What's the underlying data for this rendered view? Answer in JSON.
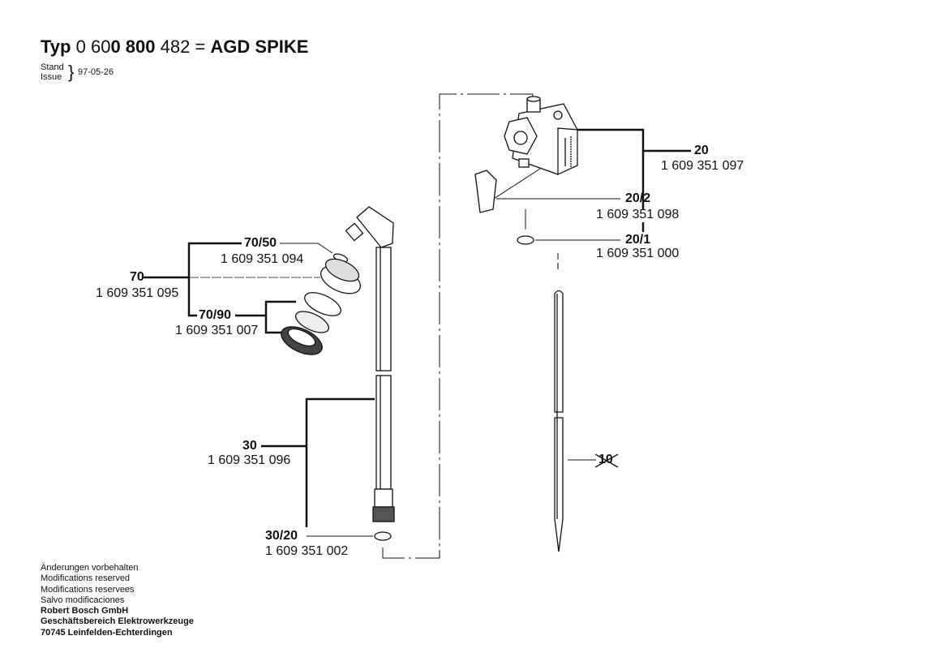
{
  "header": {
    "typ_label": "Typ",
    "number_part1": "0 60",
    "number_part2": "0 800",
    "number_part3": "482 =",
    "product_name": "AGD SPIKE",
    "stand_label": "Stand",
    "issue_label": "Issue",
    "brace": "}",
    "date": "97-05-26"
  },
  "parts": [
    {
      "pos": "20",
      "part_number": "1 609 351 097"
    },
    {
      "pos": "20/2",
      "part_number": "1 609 351 098"
    },
    {
      "pos": "20/1",
      "part_number": "1 609 351 000"
    },
    {
      "pos": "70/50",
      "part_number": "1 609 351 094"
    },
    {
      "pos": "70",
      "part_number": "1 609 351 095"
    },
    {
      "pos": "70/90",
      "part_number": "1 609 351 007"
    },
    {
      "pos": "30",
      "part_number": "1 609 351 096"
    },
    {
      "pos": "30/20",
      "part_number": "1 609 351 002"
    },
    {
      "pos": "10",
      "part_number": ""
    }
  ],
  "footer": {
    "lines": [
      "Änderungen vorbehalten",
      "Modifications reserved",
      "Modifications reservees",
      "Salvo modificaciones"
    ],
    "company": "Robert Bosch GmbH",
    "division": "Geschäftsbereich Elektrowerkzeuge",
    "address": "70745 Leinfelden-Echterdingen"
  }
}
